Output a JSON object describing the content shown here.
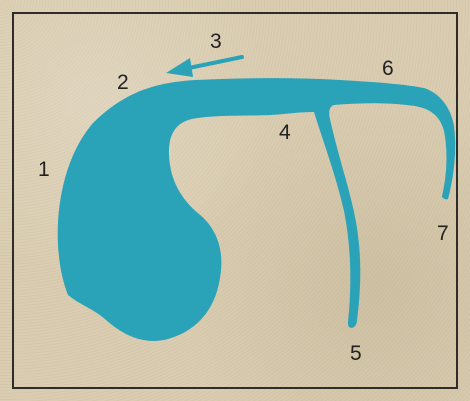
{
  "diagram": {
    "labels": {
      "l1": "1",
      "l2": "2",
      "l3": "3",
      "l4": "4",
      "l5": "5",
      "l6": "6",
      "l7": "7"
    },
    "colors": {
      "shape": "#2aa3b8",
      "text": "#222222",
      "frame": "#2f2d2a",
      "background": "#dacdb1"
    }
  }
}
